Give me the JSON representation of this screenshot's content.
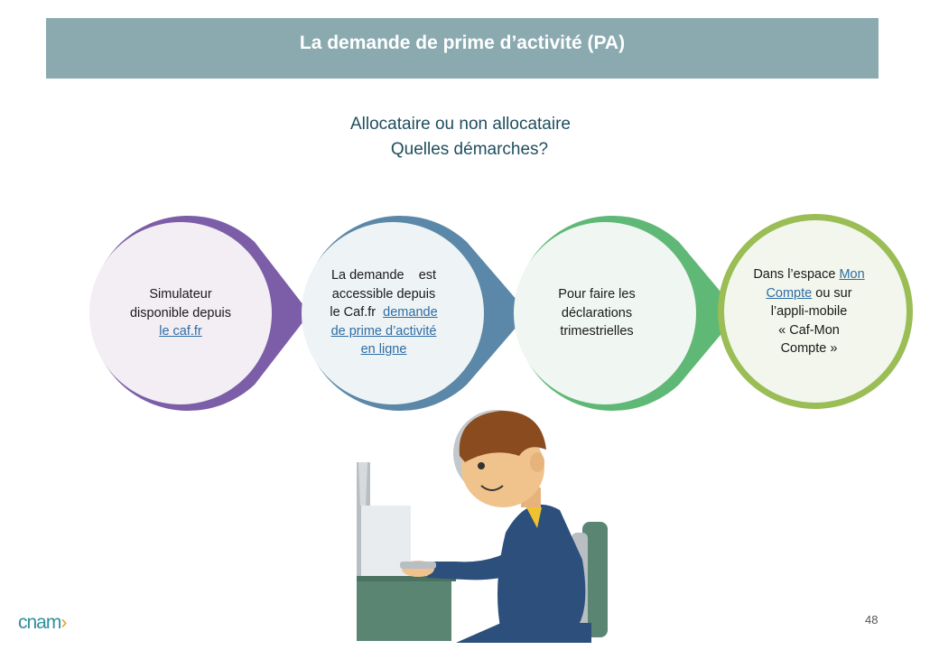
{
  "header": {
    "title": "La demande de prime d’activité (PA)"
  },
  "subtitle": {
    "line1": "Allocataire  ou non allocataire",
    "line2": "Quelles démarches?"
  },
  "steps": [
    {
      "color": "#7b5ea7",
      "lines": [
        "Simulateur",
        "disponible depuis"
      ],
      "link": "le caf.fr"
    },
    {
      "color": "#5b88a8",
      "lines": [
        "La demande    est",
        "accessible depuis",
        "le Caf.fr"
      ],
      "link_inline": "demande",
      "link_lines": [
        "de prime d’activité",
        "en ligne"
      ]
    },
    {
      "color": "#5fb876",
      "lines": [
        "Pour faire les",
        "déclarations",
        "trimestrielles"
      ]
    },
    {
      "color": "#9abd55",
      "prefix": "Dans l’espace",
      "link_inline": "Mon",
      "link_line": "Compte",
      "suffix": "ou sur",
      "lines": [
        "l’appli-mobile",
        "« Caf-Mon",
        "Compte »"
      ]
    }
  ],
  "footer": {
    "logo_text": "cnam",
    "page_number": "48"
  },
  "colors": {
    "header_bg": "#8aaab0",
    "text_dark": "#1f4e5f",
    "link": "#2e6da4",
    "logo": "#2f8f9e",
    "logo_accent": "#e79a2f"
  },
  "icons": {
    "person": "person-at-computer-illustration",
    "logo": "cnam-logo"
  }
}
